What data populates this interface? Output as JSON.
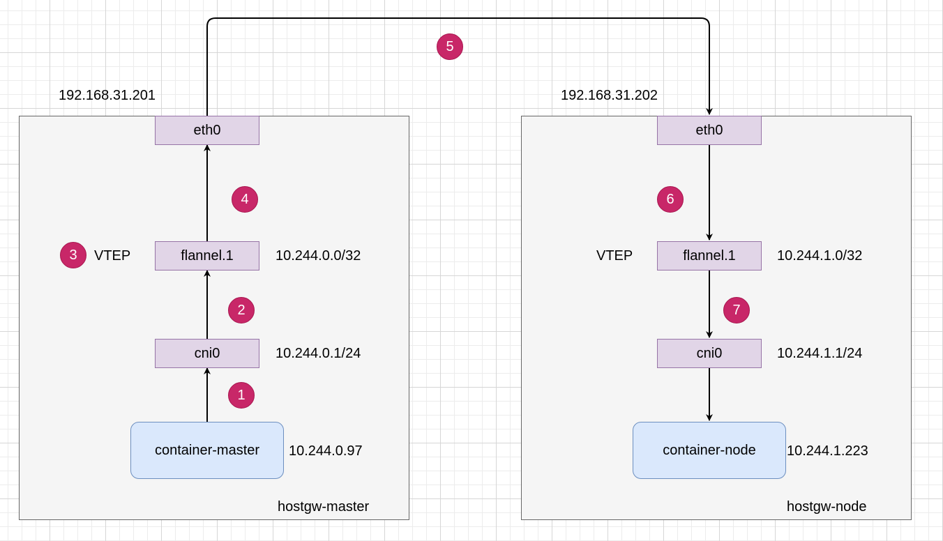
{
  "hosts": {
    "master": {
      "name": "hostgw-master",
      "ip": "192.168.31.201",
      "eth0": "eth0",
      "flannel": "flannel.1",
      "flannel_cidr": "10.244.0.0/32",
      "vtep": "VTEP",
      "cni": "cni0",
      "cni_cidr": "10.244.0.1/24",
      "container": "container-master",
      "container_ip": "10.244.0.97"
    },
    "node": {
      "name": "hostgw-node",
      "ip": "192.168.31.202",
      "eth0": "eth0",
      "flannel": "flannel.1",
      "flannel_cidr": "10.244.1.0/32",
      "vtep": "VTEP",
      "cni": "cni0",
      "cni_cidr": "10.244.1.1/24",
      "container": "container-node",
      "container_ip": "10.244.1.223"
    }
  },
  "steps": [
    "1",
    "2",
    "3",
    "4",
    "5",
    "6",
    "7"
  ],
  "colors": {
    "step_badge": "#c82768",
    "interface_fill": "#e1d5e7",
    "interface_border": "#9673a6",
    "container_fill": "#dae8fc",
    "container_border": "#6c8ebf",
    "host_fill": "#f5f5f5",
    "host_border": "#666666"
  }
}
